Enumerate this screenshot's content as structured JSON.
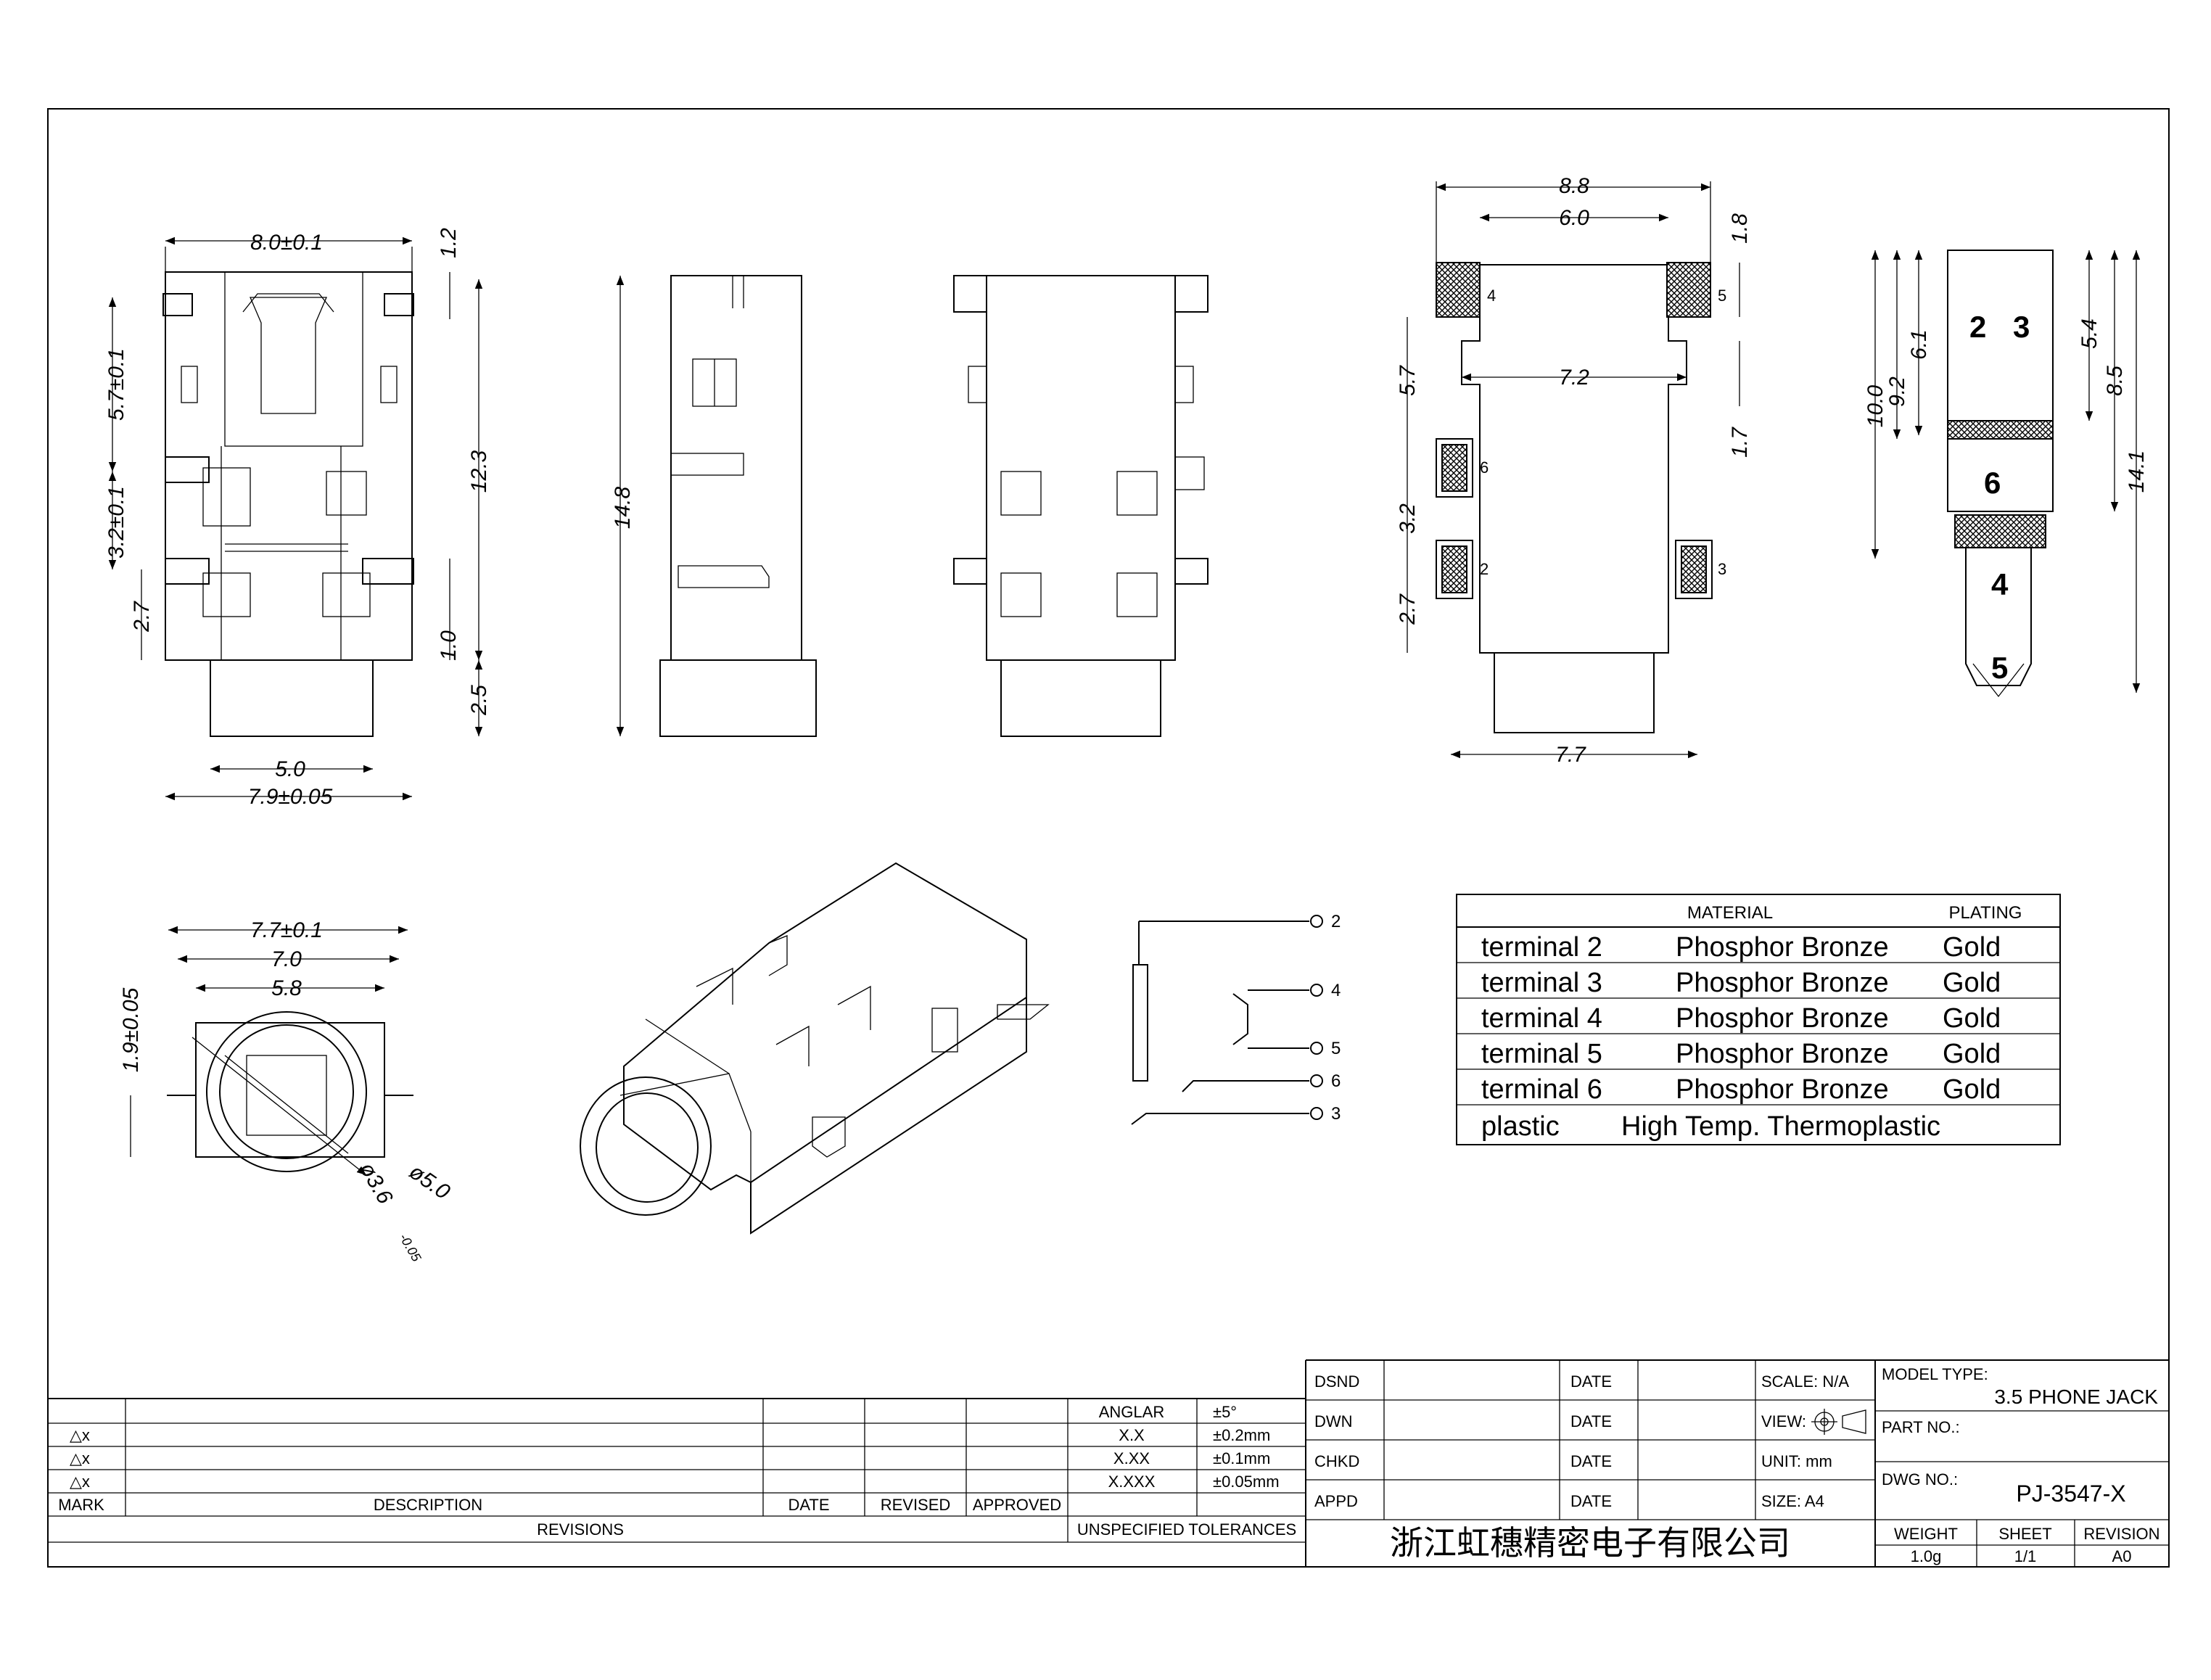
{
  "front_view": {
    "dims": {
      "width_top": "8.0±0.1",
      "top_offset": "1.2",
      "pin_pitch_a": "5.7±0.1",
      "pin_pitch_b": "3.2±0.1",
      "bottom_offset": "2.7",
      "total_height": "12.3",
      "pin_width": "1.0",
      "mouth_length": "2.5",
      "mouth_width": "5.0",
      "width_bottom": "7.9±0.05"
    }
  },
  "side_view": {
    "dims": {
      "height": "14.8"
    }
  },
  "pcb_layout": {
    "dims": {
      "outer_width": "8.8",
      "inner_width": "6.0",
      "pad_height": "1.8",
      "row_a": "5.7",
      "mid_width": "7.2",
      "gap": "1.7",
      "row_b": "3.2",
      "row_c": "2.7",
      "bottom_width": "7.7"
    },
    "pads": [
      "4",
      "5",
      "6",
      "2",
      "3"
    ]
  },
  "plug": {
    "dims": [
      "10.0",
      "9.2",
      "6.1",
      "5.4",
      "8.5",
      "14.1"
    ],
    "labels": [
      "2",
      "3",
      "6",
      "4",
      "5"
    ]
  },
  "end_view": {
    "dims": {
      "outer": "7.7±0.1",
      "middle": "7.0",
      "inner": "5.8",
      "height": "1.9±0.05",
      "bore_outer": "ø5.0",
      "bore_inner": "ø3.6",
      "bore_tolerance": "-0.05"
    }
  },
  "schematic": {
    "terminals": [
      "2",
      "4",
      "5",
      "6",
      "3"
    ]
  },
  "material_table": {
    "headers": [
      "MATERIAL",
      "PLATING"
    ],
    "rows": [
      {
        "part": "terminal 2",
        "material": "Phosphor Bronze",
        "plating": "Gold"
      },
      {
        "part": "terminal 3",
        "material": "Phosphor Bronze",
        "plating": "Gold"
      },
      {
        "part": "terminal 4",
        "material": "Phosphor Bronze",
        "plating": "Gold"
      },
      {
        "part": "terminal 5",
        "material": "Phosphor Bronze",
        "plating": "Gold"
      },
      {
        "part": "terminal 6",
        "material": "Phosphor Bronze",
        "plating": "Gold"
      },
      {
        "part": "plastic",
        "material": "High Temp. Thermoplastic",
        "plating": ""
      }
    ]
  },
  "title_block": {
    "revisions": {
      "marks": [
        "△x",
        "△x",
        "△x"
      ],
      "headers": [
        "MARK",
        "DESCRIPTION",
        "DATE",
        "REVISED",
        "APPROVED"
      ],
      "footer": "REVISIONS"
    },
    "tolerances": {
      "rows": [
        {
          "label": "ANGLAR",
          "value": "±5°"
        },
        {
          "label": "X.X",
          "value": "±0.2mm"
        },
        {
          "label": "X.XX",
          "value": "±0.1mm"
        },
        {
          "label": "X.XXX",
          "value": "±0.05mm"
        }
      ],
      "footer": "UNSPECIFIED TOLERANCES"
    },
    "approvals": [
      "DSND",
      "DWN",
      "CHKD",
      "APPD"
    ],
    "date_label": "DATE",
    "scale": "SCALE: N/A",
    "view": "VIEW:",
    "unit": "UNIT: mm",
    "size": "SIZE: A4",
    "model_type_label": "MODEL TYPE:",
    "model_type": "3.5 PHONE JACK",
    "part_no_label": "PART NO.:",
    "dwg_no_label": "DWG NO.:",
    "dwg_no": "PJ-3547-X",
    "company": "浙江虹穗精密电子有限公司",
    "weight_label": "WEIGHT",
    "weight": "1.0g",
    "sheet_label": "SHEET",
    "sheet": "1/1",
    "revision_label": "REVISION",
    "revision": "A0"
  }
}
